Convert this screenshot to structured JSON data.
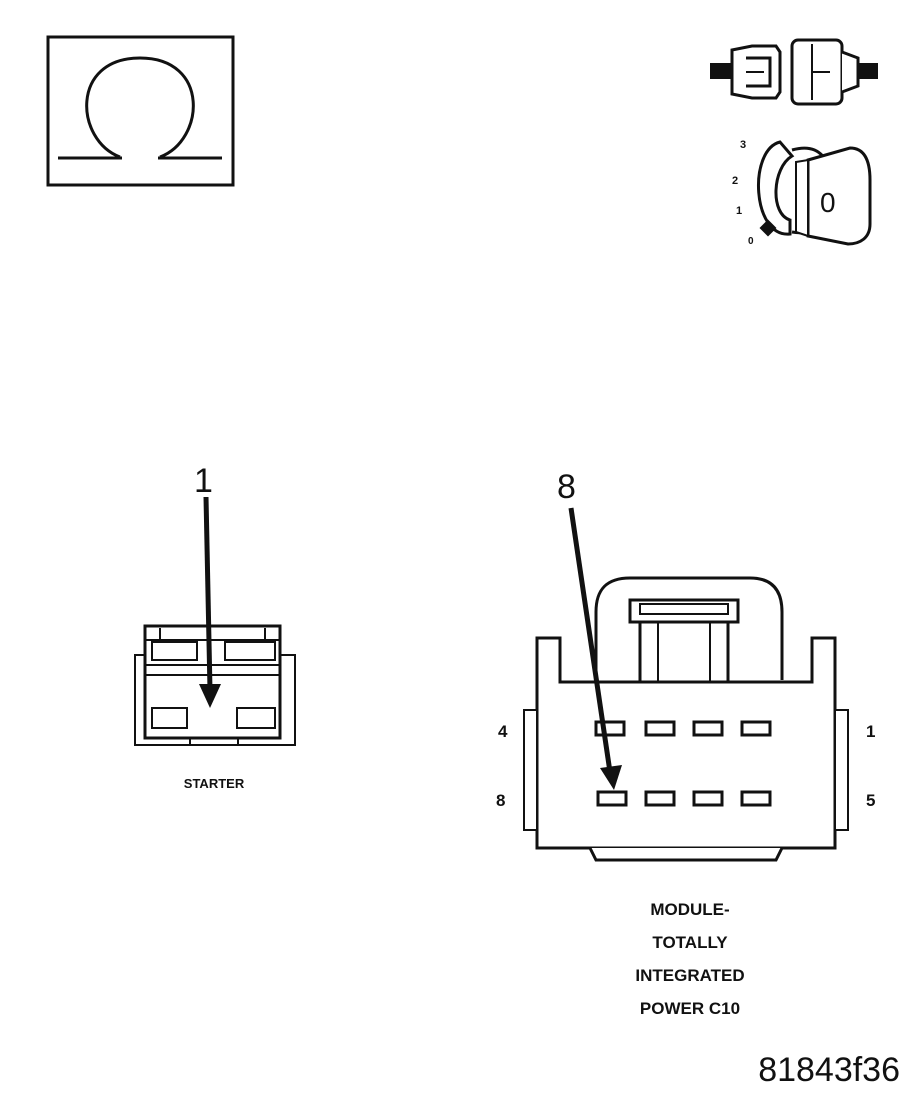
{
  "ohmmeter": {
    "symbol": "Ω"
  },
  "ignition": {
    "positions": [
      "3",
      "2",
      "1",
      "0"
    ],
    "key_label": "0"
  },
  "callouts": {
    "starter_pin": "1",
    "module_pin": "8"
  },
  "starter_connector": {
    "label": "STARTER"
  },
  "module_connector": {
    "label_lines": [
      "MODULE-",
      "TOTALLY",
      "INTEGRATED",
      "POWER C10"
    ],
    "pin_labels": {
      "top_left": "4",
      "top_right": "1",
      "bottom_left": "8",
      "bottom_right": "5"
    }
  },
  "figure_id": "81843f36"
}
